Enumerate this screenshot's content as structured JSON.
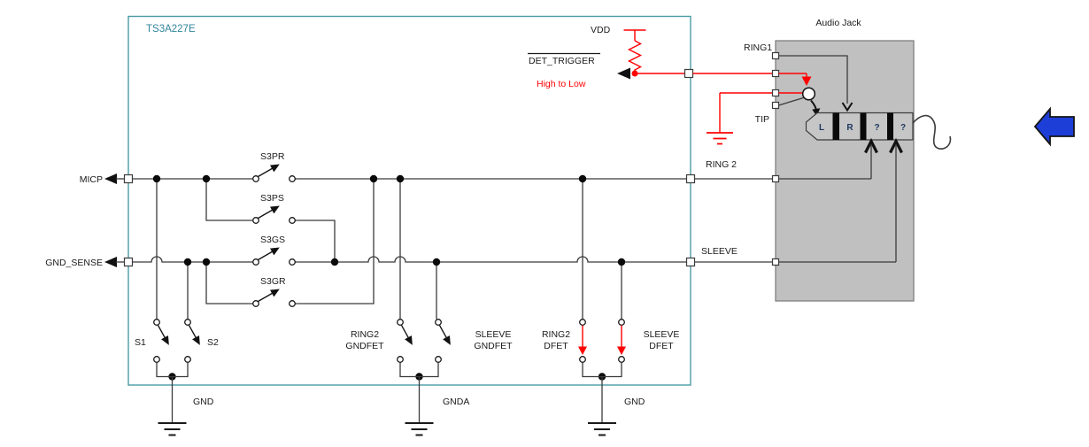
{
  "colors": {
    "chip_teal": "#31859C",
    "wire_red": "#FF0000",
    "jack_gray": "#C0C0C0",
    "jack_border": "#808080",
    "arrow_blue": "#1E3ED8",
    "plug_text_navy": "#1F3864",
    "wire_dark": "#3B3B3B"
  },
  "chip": {
    "label": "TS3A227E"
  },
  "left_pins": {
    "micp": "MICP",
    "gnd_sense": "GND_SENSE"
  },
  "top": {
    "vdd": "VDD",
    "det_trigger": "DET_TRIGGER",
    "det_note": "High to Low"
  },
  "right_pins": {
    "ring2": "RING 2",
    "sleeve": "SLEEVE"
  },
  "switches": {
    "s3pr": "S3PR",
    "s3ps": "S3PS",
    "s3gs": "S3GS",
    "s3gr": "S3GR",
    "s1": "S1",
    "s2": "S2"
  },
  "fets": {
    "ring2_gndfet_l1": "RING2",
    "ring2_gndfet_l2": "GNDFET",
    "sleeve_gndfet_l1": "SLEEVE",
    "sleeve_gndfet_l2": "GNDFET",
    "ring2_dfet_l1": "RING2",
    "ring2_dfet_l2": "DFET",
    "sleeve_dfet_l1": "SLEEVE",
    "sleeve_dfet_l2": "DFET"
  },
  "grounds": {
    "gnd_left": "GND",
    "gnda": "GNDA",
    "gnd_right": "GND"
  },
  "jack": {
    "title": "Audio Jack",
    "ring1": "RING1",
    "tip": "TIP",
    "plug_segments": [
      "L",
      "R",
      "?",
      "?"
    ]
  }
}
